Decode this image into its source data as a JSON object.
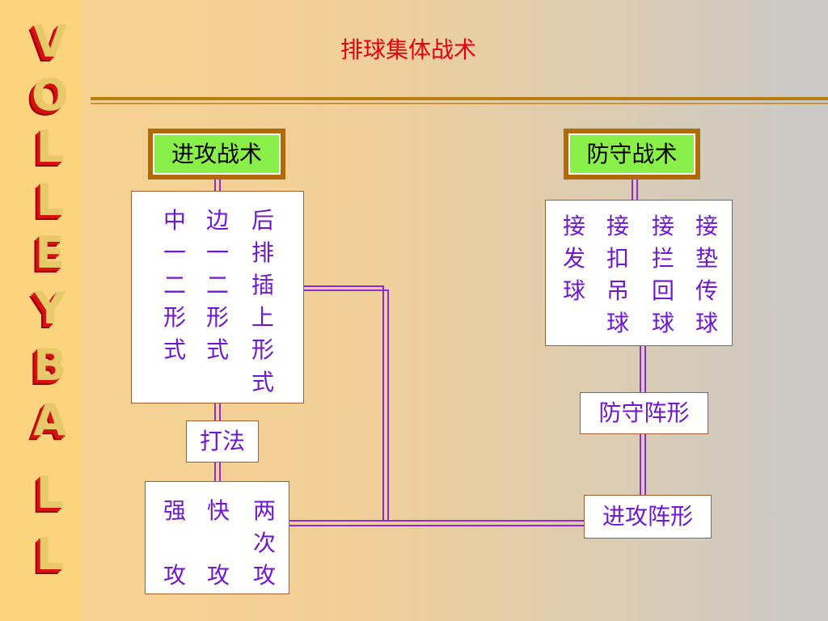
{
  "slide": {
    "title": "排球集体战术",
    "side_letters": [
      "V",
      "O",
      "L",
      "L",
      "E",
      "Y",
      "B",
      "A",
      "L",
      "L"
    ]
  },
  "attack": {
    "header": "进攻战术",
    "systems": [
      {
        "chars": [
          "中",
          "一",
          "二",
          "形",
          "式"
        ]
      },
      {
        "chars": [
          "边",
          "一",
          "二",
          "形",
          "式"
        ]
      },
      {
        "chars": [
          "后",
          "排",
          "插",
          "上",
          "形",
          "式"
        ]
      }
    ],
    "tactics_label": "打法",
    "plays": [
      {
        "chars": [
          "强",
          "",
          "攻"
        ]
      },
      {
        "chars": [
          "快",
          "",
          "攻"
        ]
      },
      {
        "chars": [
          "两",
          "次",
          "攻"
        ]
      }
    ]
  },
  "defense": {
    "header": "防守战术",
    "skills": [
      {
        "chars": [
          "接",
          "发",
          "球"
        ]
      },
      {
        "chars": [
          "接",
          "扣",
          "吊",
          "球"
        ]
      },
      {
        "chars": [
          "接",
          "拦",
          "回",
          "球"
        ]
      },
      {
        "chars": [
          "接",
          "垫",
          "传",
          "球"
        ]
      }
    ],
    "defense_formation": "防守阵形",
    "attack_formation": "进攻阵形"
  },
  "colors": {
    "title_red": "#e8000e",
    "header_green": "#88f049",
    "header_border": "#b06a08",
    "body_text_purple": "#7018d0",
    "connector": "#8a2be2"
  }
}
